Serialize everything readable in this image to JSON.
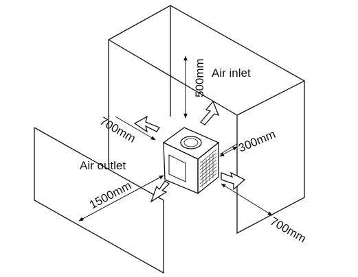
{
  "diagram": {
    "labels": {
      "air_inlet": "Air inlet",
      "air_outlet": "Air outlet",
      "dim_top": "500mm",
      "dim_left": "700mm",
      "dim_right": "300mm",
      "dim_front": "1500mm",
      "dim_bottom_right": "700mm"
    }
  }
}
